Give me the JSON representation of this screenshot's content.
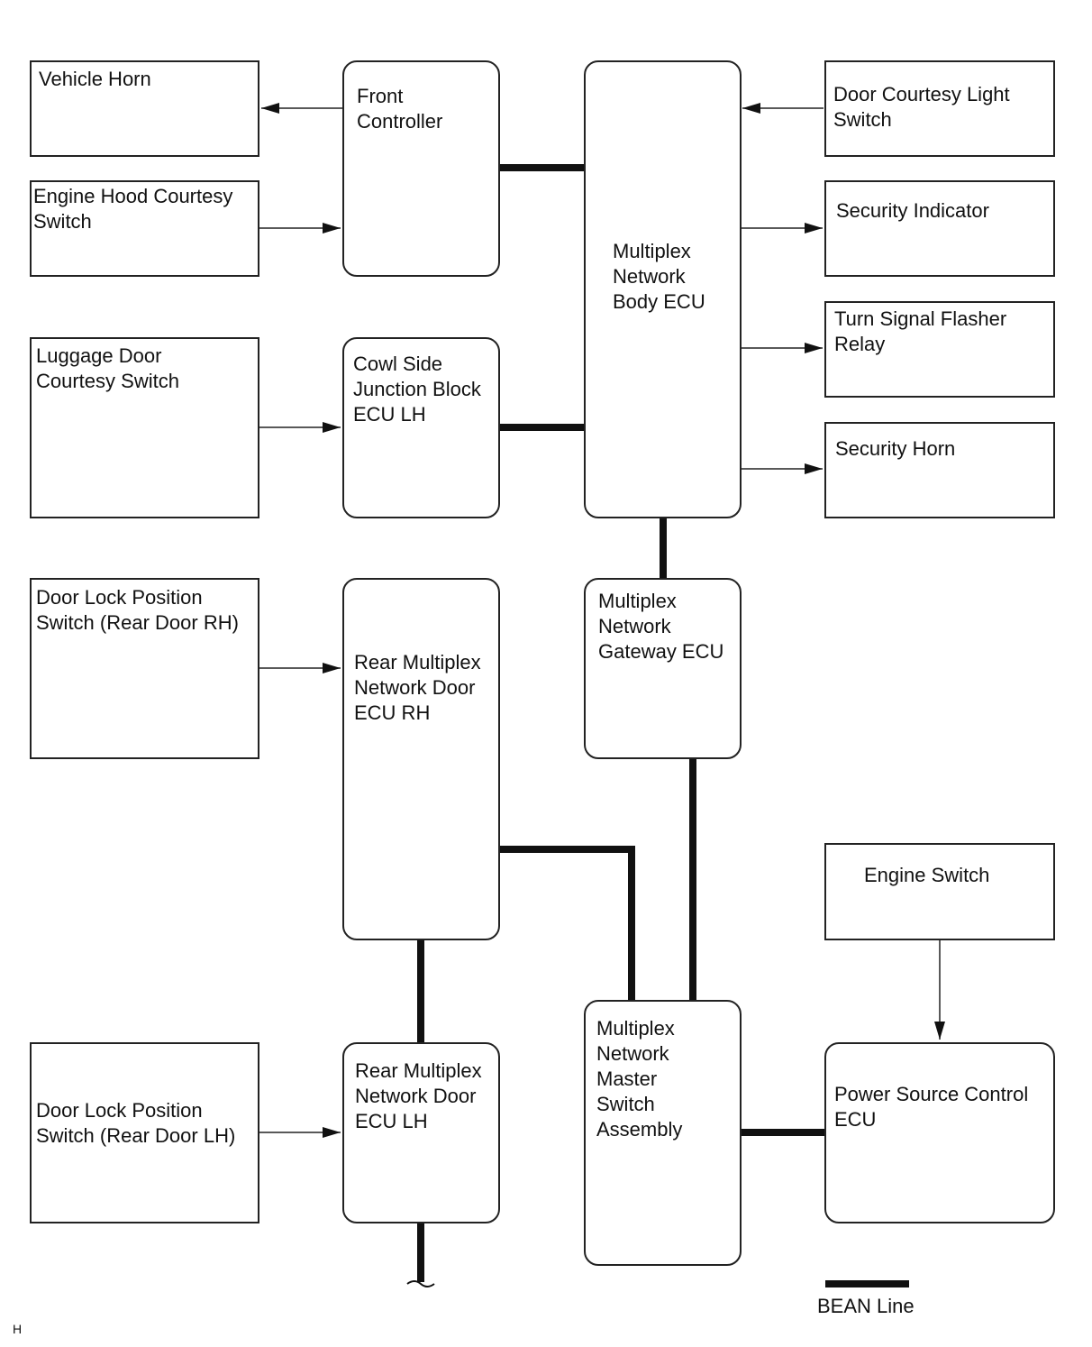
{
  "boxes": {
    "vehicle_horn": "Vehicle Horn",
    "engine_hood_courtesy_switch": "Engine Hood Courtesy\nSwitch",
    "luggage_door_courtesy_switch": "Luggage Door\nCourtesy Switch",
    "door_lock_rear_rh": "Door Lock Position\nSwitch (Rear Door RH)",
    "door_lock_rear_lh": "Door Lock Position\nSwitch (Rear Door LH)",
    "front_controller": "Front\nController",
    "cowl_side_junction_block": "Cowl Side\nJunction Block\nECU LH",
    "rear_door_ecu_rh": "Rear Multiplex\nNetwork Door\nECU RH",
    "rear_door_ecu_lh": "Rear Multiplex\nNetwork Door\nECU LH",
    "body_ecu": "Multiplex\nNetwork\nBody ECU",
    "gateway_ecu": "Multiplex\nNetwork\nGateway ECU",
    "master_switch": "Multiplex\nNetwork\nMaster\nSwitch\nAssembly",
    "door_courtesy_light_switch": "Door Courtesy Light\nSwitch",
    "security_indicator": "Security Indicator",
    "turn_signal_flasher_relay": "Turn Signal Flasher\nRelay",
    "security_horn": "Security Horn",
    "engine_switch": "Engine Switch",
    "power_source_control_ecu": "Power Source Control\nECU"
  },
  "legend": {
    "bean_line": "BEAN Line"
  },
  "footer": {
    "code": "H"
  }
}
